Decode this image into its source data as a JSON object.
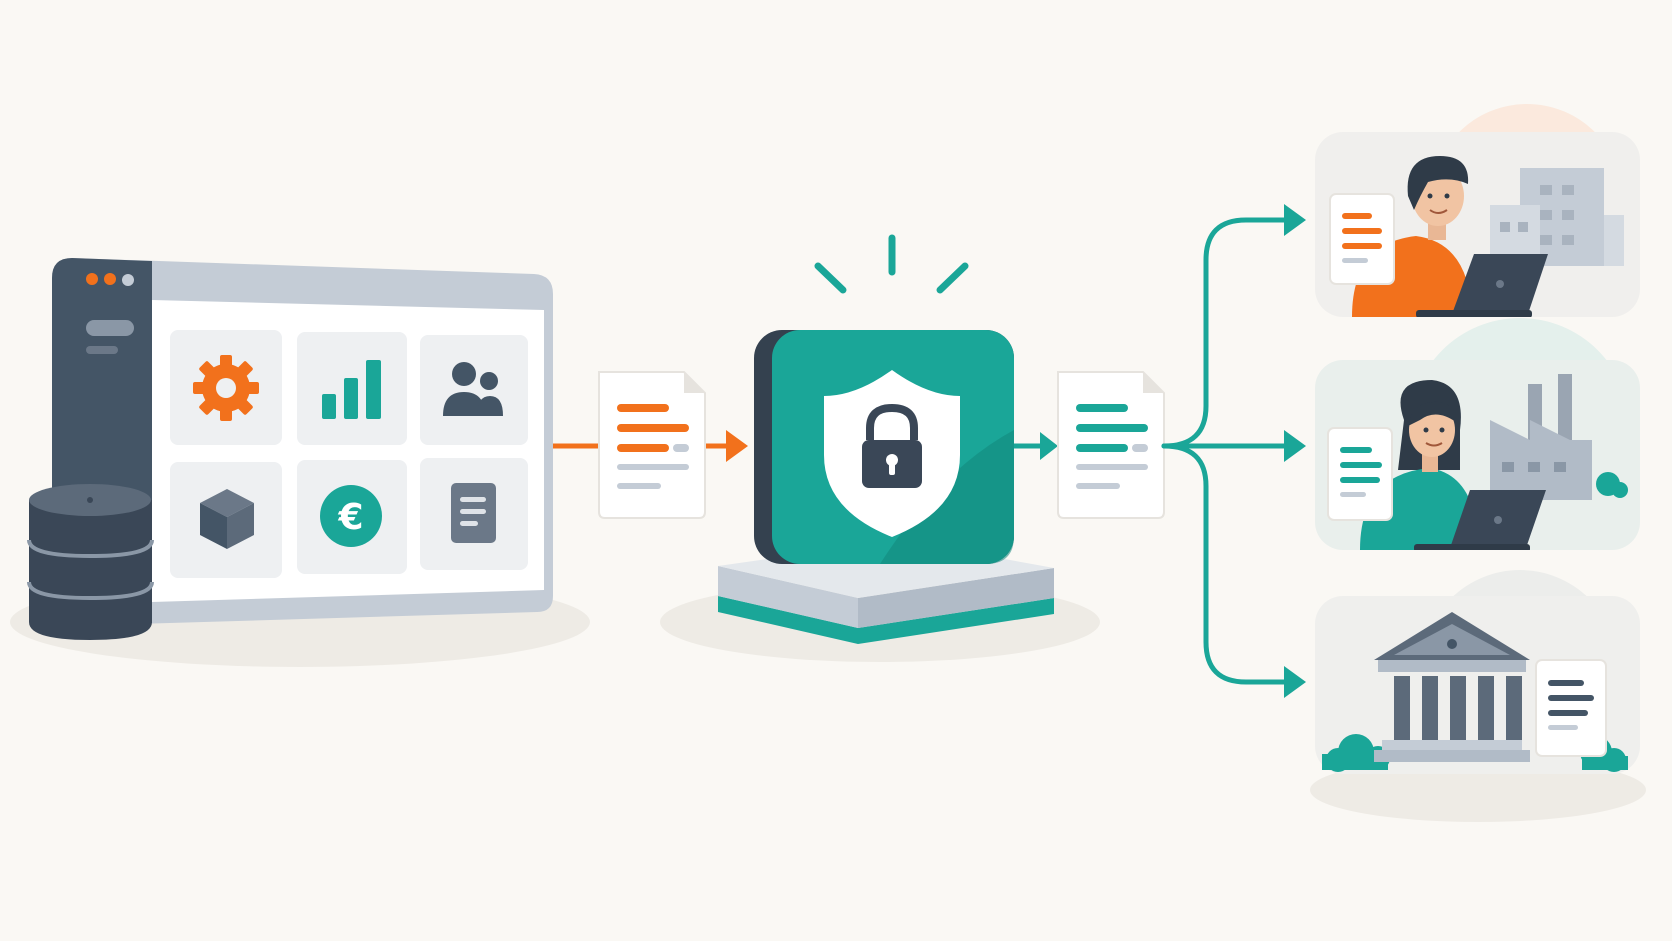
{
  "colors": {
    "background": "#faf8f4",
    "teal": "#1aa698",
    "teal_dark": "#12877b",
    "orange": "#f2711c",
    "slate": "#445566",
    "slate_dark": "#3a4757",
    "gray_light": "#c4ccd6",
    "tile_bg": "#eef0f2",
    "shadow": "#eeebe5",
    "peach": "#fbe9dd",
    "mint": "#e4f0ec"
  },
  "source_app": {
    "window_dots": [
      "orange",
      "orange",
      "gray"
    ],
    "tiles": [
      {
        "icon": "gear-icon",
        "color": "orange"
      },
      {
        "icon": "bar-chart-icon",
        "color": "teal"
      },
      {
        "icon": "users-icon",
        "color": "slate"
      },
      {
        "icon": "box-icon",
        "color": "slate"
      },
      {
        "icon": "euro-icon",
        "color": "teal",
        "glyph": "€"
      },
      {
        "icon": "document-icon",
        "color": "slate"
      }
    ],
    "database_icon": "database-icon"
  },
  "input_document": {
    "icon": "document-icon",
    "line_color": "orange"
  },
  "security_hub": {
    "icon": "shield-lock-icon",
    "alert_icon": "alert-rays-icon"
  },
  "output_document": {
    "icon": "document-icon",
    "line_color": "teal"
  },
  "recipients": [
    {
      "name": "recipient-man-office",
      "icons": [
        "person-icon",
        "laptop-icon",
        "office-building-icon",
        "document-icon"
      ],
      "doc_color": "orange"
    },
    {
      "name": "recipient-woman-factory",
      "icons": [
        "person-icon",
        "laptop-icon",
        "factory-icon",
        "document-icon"
      ],
      "doc_color": "teal"
    },
    {
      "name": "recipient-government",
      "icons": [
        "government-building-icon",
        "tree-icon",
        "document-icon"
      ],
      "doc_color": "slate"
    }
  ]
}
